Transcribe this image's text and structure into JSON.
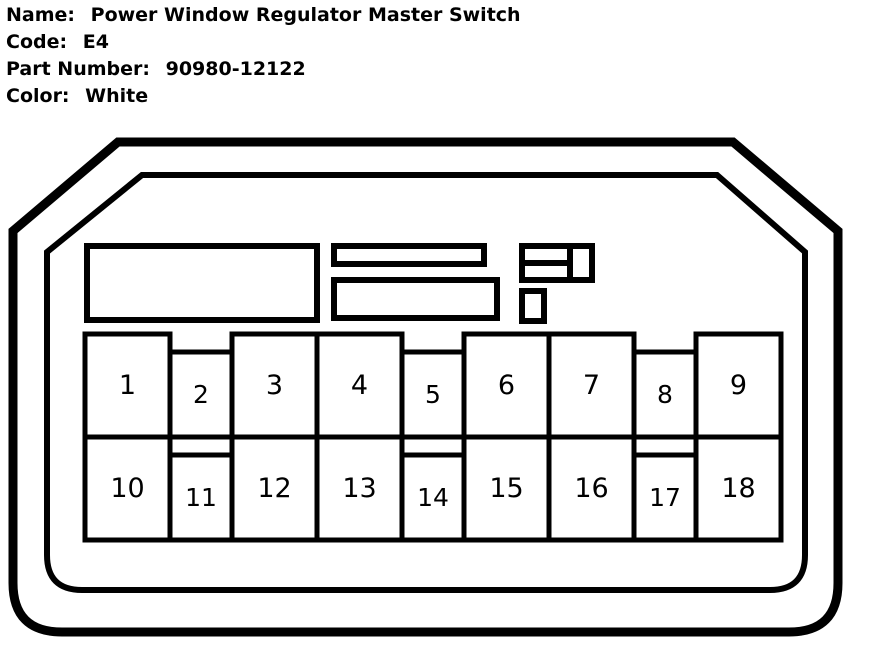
{
  "spec": {
    "rows": [
      {
        "label": "Name:",
        "value": "Power Window Regulator Master Switch"
      },
      {
        "label": "Code:",
        "value": "E4"
      },
      {
        "label": "Part Number:",
        "value": "90980-12122"
      },
      {
        "label": "Color:",
        "value": "White"
      }
    ],
    "name_label": "Name:",
    "name_value": "Power Window Regulator Master Switch",
    "code_label": "Code:",
    "code_value": "E4",
    "part_label": "Part Number:",
    "part_value": "90980-12122",
    "color_label": "Color:",
    "color_value": "White"
  },
  "connector": {
    "stroke_color": "#000000",
    "fill_color": "#ffffff",
    "outer_stroke_width": 9,
    "inner_stroke_width": 6,
    "pin_stroke_width": 5,
    "pin_count": 18,
    "rows": 2,
    "columns": 9,
    "top_row_pins": [
      "1",
      "2",
      "3",
      "4",
      "5",
      "6",
      "7",
      "8",
      "9"
    ],
    "bottom_row_pins": [
      "10",
      "11",
      "12",
      "13",
      "14",
      "15",
      "16",
      "17",
      "18"
    ],
    "column_kinds": [
      "wide",
      "narrow",
      "wide",
      "wide",
      "narrow",
      "wide",
      "wide",
      "narrow",
      "wide"
    ],
    "pins": [
      {
        "number": "1",
        "row": 0,
        "col": 0,
        "kind": "wide"
      },
      {
        "number": "2",
        "row": 0,
        "col": 1,
        "kind": "narrow"
      },
      {
        "number": "3",
        "row": 0,
        "col": 2,
        "kind": "wide"
      },
      {
        "number": "4",
        "row": 0,
        "col": 3,
        "kind": "wide"
      },
      {
        "number": "5",
        "row": 0,
        "col": 4,
        "kind": "narrow"
      },
      {
        "number": "6",
        "row": 0,
        "col": 5,
        "kind": "wide"
      },
      {
        "number": "7",
        "row": 0,
        "col": 6,
        "kind": "wide"
      },
      {
        "number": "8",
        "row": 0,
        "col": 7,
        "kind": "narrow"
      },
      {
        "number": "9",
        "row": 0,
        "col": 8,
        "kind": "wide"
      },
      {
        "number": "10",
        "row": 1,
        "col": 0,
        "kind": "wide"
      },
      {
        "number": "11",
        "row": 1,
        "col": 1,
        "kind": "narrow"
      },
      {
        "number": "12",
        "row": 1,
        "col": 2,
        "kind": "wide"
      },
      {
        "number": "13",
        "row": 1,
        "col": 3,
        "kind": "wide"
      },
      {
        "number": "14",
        "row": 1,
        "col": 4,
        "kind": "narrow"
      },
      {
        "number": "15",
        "row": 1,
        "col": 5,
        "kind": "wide"
      },
      {
        "number": "16",
        "row": 1,
        "col": 6,
        "kind": "wide"
      },
      {
        "number": "17",
        "row": 1,
        "col": 7,
        "kind": "narrow"
      },
      {
        "number": "18",
        "row": 1,
        "col": 8,
        "kind": "wide"
      }
    ],
    "keying_features": [
      {
        "name": "large-left-keyway",
        "shape": "rectangle"
      },
      {
        "name": "upper-slot-bar",
        "shape": "rectangle"
      },
      {
        "name": "lower-slot-bar",
        "shape": "rectangle"
      },
      {
        "name": "double-slot-block",
        "shape": "rectangle-with-two-slots"
      },
      {
        "name": "small-square-keyway",
        "shape": "rectangle"
      }
    ]
  }
}
